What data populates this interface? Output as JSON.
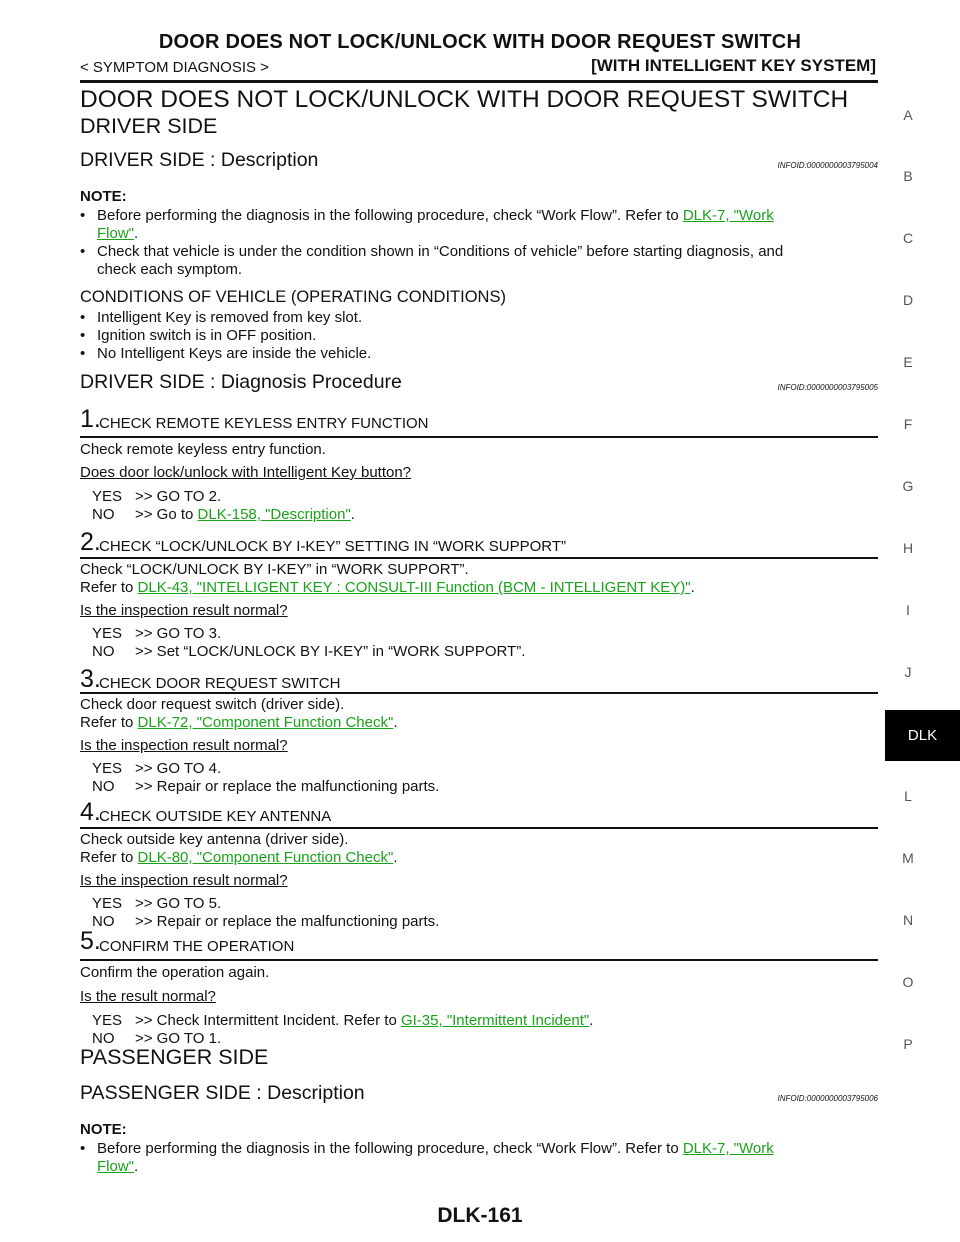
{
  "header": {
    "title": "DOOR DOES NOT LOCK/UNLOCK WITH DOOR REQUEST SWITCH",
    "section": "< SYMPTOM DIAGNOSIS >",
    "system": "[WITH INTELLIGENT KEY SYSTEM]"
  },
  "page_heading": "DOOR DOES NOT LOCK/UNLOCK WITH DOOR REQUEST SWITCH",
  "driver": {
    "title": "DRIVER SIDE",
    "desc_title": "DRIVER SIDE : Description",
    "desc_infoid": "INFOID:0000000003795004",
    "note_label": "NOTE:",
    "note1_text": "Before performing the diagnosis in the following procedure, check “Work Flow”. Refer to ",
    "note1_link_a": "DLK-7, \"Work",
    "note1_link_b": "Flow\"",
    "note1_end": ".",
    "note2_line1": "Check that vehicle is under the condition shown in “Conditions of vehicle” before starting diagnosis, and",
    "note2_line2": "check each symptom.",
    "conditions_title": "CONDITIONS OF VEHICLE (OPERATING CONDITIONS)",
    "conditions": [
      "Intelligent Key is removed from key slot.",
      "Ignition switch is in OFF position.",
      "No Intelligent Keys are inside the vehicle."
    ],
    "proc_title": "DRIVER SIDE : Diagnosis Procedure",
    "proc_infoid": "INFOID:0000000003795005",
    "steps": [
      {
        "num": "1.",
        "label": "CHECK REMOTE KEYLESS ENTRY FUNCTION",
        "line1": "Check remote keyless entry function.",
        "question": "Does door lock/unlock with Intelligent Key button?",
        "yes_key": "YES",
        "yes_text": ">> GO TO 2.",
        "no_key": "NO",
        "no_text": ">> Go to ",
        "no_link": "DLK-158, \"Description\"",
        "no_end": "."
      },
      {
        "num": "2.",
        "label": "CHECK “LOCK/UNLOCK BY I-KEY” SETTING IN “WORK SUPPORT”",
        "line1": "Check “LOCK/UNLOCK BY I-KEY” in “WORK SUPPORT”.",
        "refer": "Refer to ",
        "refer_link": "DLK-43, \"INTELLIGENT KEY : CONSULT-III Function (BCM - INTELLIGENT KEY)\"",
        "refer_end": ".",
        "question": "Is the inspection result normal?",
        "yes_key": "YES",
        "yes_text": ">> GO TO 3.",
        "no_key": "NO",
        "no_text": ">> Set “LOCK/UNLOCK BY I-KEY” in “WORK SUPPORT”."
      },
      {
        "num": "3.",
        "label": "CHECK DOOR REQUEST SWITCH",
        "line1": "Check door request switch (driver side).",
        "refer": "Refer to ",
        "refer_link": "DLK-72, \"Component Function Check\"",
        "refer_end": ".",
        "question": "Is the inspection result normal?",
        "yes_key": "YES",
        "yes_text": ">> GO TO 4.",
        "no_key": "NO",
        "no_text": ">> Repair or replace the malfunctioning parts."
      },
      {
        "num": "4.",
        "label": "CHECK OUTSIDE KEY ANTENNA",
        "line1": "Check outside key antenna (driver side).",
        "refer": "Refer to ",
        "refer_link": "DLK-80, \"Component Function Check\"",
        "refer_end": ".",
        "question": "Is the inspection result normal?",
        "yes_key": "YES",
        "yes_text": ">> GO TO 5.",
        "no_key": "NO",
        "no_text": ">> Repair or replace the malfunctioning parts."
      },
      {
        "num": "5.",
        "label": "CONFIRM THE OPERATION",
        "line1": "Confirm the operation again.",
        "question": "Is the result normal?",
        "yes_key": "YES",
        "yes_text": ">> Check Intermittent Incident. Refer to ",
        "yes_link": "GI-35, \"Intermittent Incident\"",
        "yes_end": ".",
        "no_key": "NO",
        "no_text": ">> GO TO 1."
      }
    ]
  },
  "passenger": {
    "title": "PASSENGER SIDE",
    "desc_title": "PASSENGER SIDE : Description",
    "desc_infoid": "INFOID:0000000003795006",
    "note_label": "NOTE:",
    "note1_text": "Before performing the diagnosis in the following procedure, check “Work Flow”. Refer to ",
    "note1_link_a": "DLK-7, \"Work",
    "note1_link_b": "Flow\"",
    "note1_end": "."
  },
  "side_index": [
    "A",
    "B",
    "C",
    "D",
    "E",
    "F",
    "G",
    "H",
    "I",
    "J",
    "DLK",
    "L",
    "M",
    "N",
    "O",
    "P"
  ],
  "page_number": "DLK-161"
}
